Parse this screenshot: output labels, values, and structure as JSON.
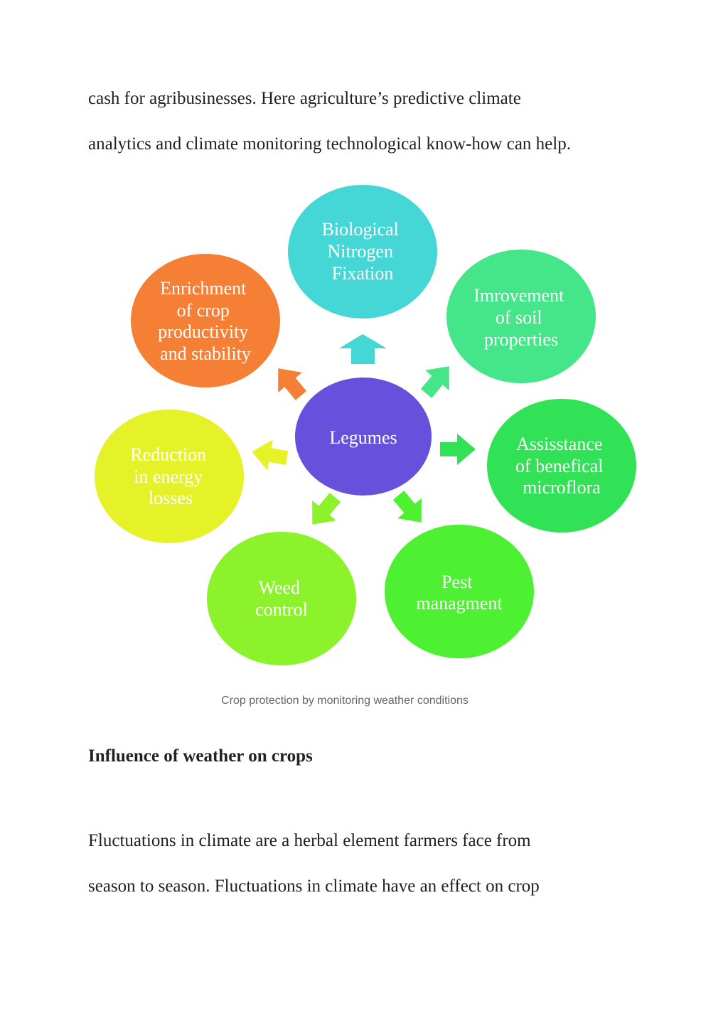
{
  "intro": {
    "line1": "cash for agribusinesses. Here agriculture’s predictive climate",
    "line2": "analytics and climate monitoring technological know-how can help."
  },
  "diagram": {
    "center": {
      "label": "Legumes",
      "color": "#6650dc"
    },
    "nodes": [
      {
        "id": "biological-nitrogen-fixation",
        "lines": [
          "Biological",
          "Nitrogen",
          "Fixation"
        ],
        "color": "#45d6d6"
      },
      {
        "id": "improvement-soil-properties",
        "lines": [
          "Imrovement",
          "of soil",
          "properties"
        ],
        "color": "#45e68a"
      },
      {
        "id": "assistance-microflora",
        "lines": [
          "Assisstance",
          "of benefical",
          "microflora"
        ],
        "color": "#32e256"
      },
      {
        "id": "pest-management",
        "lines": [
          "Pest",
          "managment"
        ],
        "color": "#4ef032"
      },
      {
        "id": "weed-control",
        "lines": [
          "Weed",
          "control"
        ],
        "color": "#8cf22c"
      },
      {
        "id": "reduction-energy-losses",
        "lines": [
          "Reduction",
          "in energy",
          "losses"
        ],
        "color": "#e6f228"
      },
      {
        "id": "enrichment-crop-productivity",
        "lines": [
          "Enrichment",
          "of crop",
          "productivity",
          "and stability"
        ],
        "color": "#f57f35"
      }
    ]
  },
  "caption": "Crop protection by monitoring weather conditions",
  "section": {
    "heading": "Influence of weather on crops",
    "line1": "Fluctuations in climate are a herbal element farmers face from",
    "line2": "season to season. Fluctuations in climate have an effect on crop"
  }
}
